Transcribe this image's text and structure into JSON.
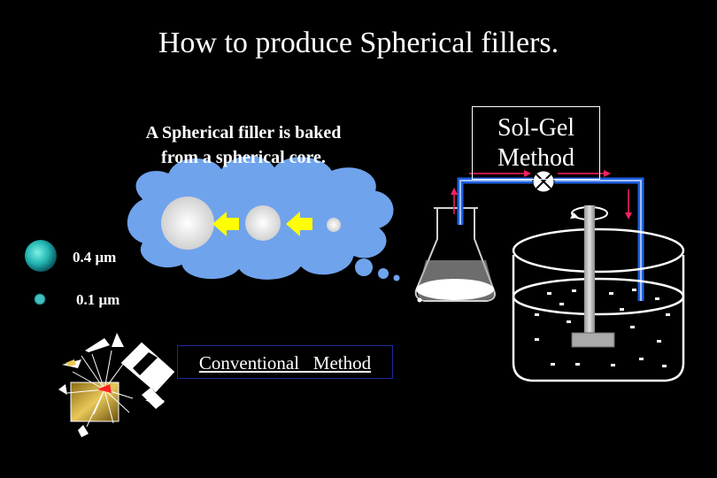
{
  "title": "How to produce Spherical fillers.",
  "caption_line1": "A Spherical filler is baked",
  "caption_line2": "from a spherical core.",
  "sol_gel": {
    "line1": "Sol-Gel",
    "line2": "Method"
  },
  "sizes": {
    "large": "0.4 μm",
    "small": "0.1 μm"
  },
  "conventional_method": "Conventional   Method",
  "colors": {
    "background": "#000000",
    "cloud": "#6fa3ec",
    "arrow": "#ffff00",
    "sphere": "#40c0c0",
    "pipe": "#1f5fe0"
  }
}
